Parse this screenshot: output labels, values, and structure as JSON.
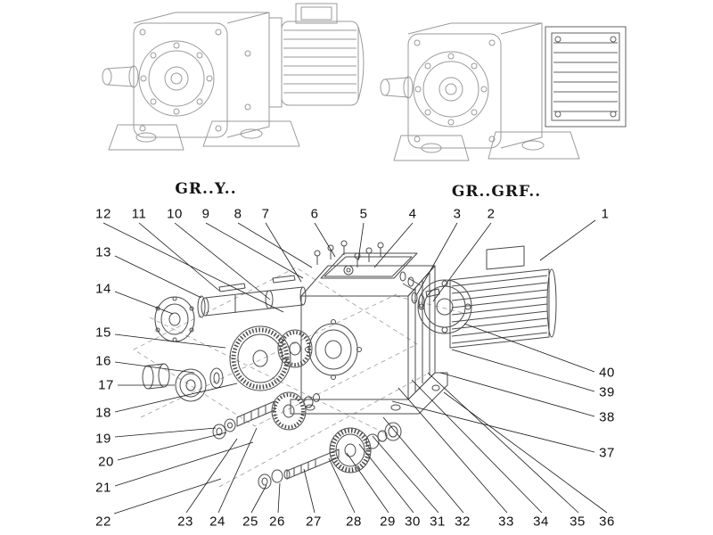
{
  "figure": {
    "variant_left_label": "GR..Y..",
    "variant_right_label": "GR..GRF.."
  },
  "callouts": {
    "numbers": [
      "1",
      "2",
      "3",
      "4",
      "5",
      "6",
      "7",
      "8",
      "9",
      "10",
      "11",
      "12",
      "13",
      "14",
      "15",
      "16",
      "17",
      "18",
      "19",
      "20",
      "21",
      "22",
      "23",
      "24",
      "25",
      "26",
      "27",
      "28",
      "29",
      "30",
      "31",
      "32",
      "33",
      "34",
      "35",
      "36",
      "37",
      "38",
      "39",
      "40"
    ]
  },
  "colors": {
    "background": "#ffffff",
    "overview_line_art": "#9a9a9a",
    "exploded_line_art": "#4a4a4a",
    "leader_line": "#1a1a1a",
    "callout_text": "#101010"
  }
}
